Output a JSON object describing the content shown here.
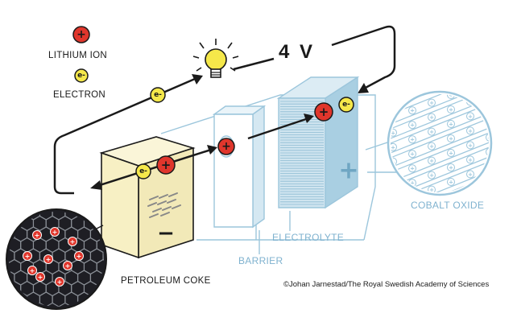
{
  "legend": {
    "lithium_ion_label": "LITHIUM ION",
    "electron_label": "ELECTRON"
  },
  "voltage": "4 V",
  "labels": {
    "petroleum_coke": "PETROLEUM COKE",
    "barrier": "BARRIER",
    "electrolyte": "ELECTROLYTE",
    "cobalt_oxide": "COBALT OXIDE"
  },
  "credit": "©Johan Jarnestad/The Royal Swedish Academy of Sciences",
  "symbols": {
    "ion": "+",
    "electron": "e-",
    "anode_sign": "−",
    "cathode_sign": "+"
  },
  "colors": {
    "ion_red": "#e0362c",
    "electron_yellow": "#f5e84a",
    "anode_cream": "#f7f0c4",
    "cathode_blue": "#bfdbe9",
    "outline_blue": "#9cc6dc",
    "ink": "#1a1a1a"
  }
}
